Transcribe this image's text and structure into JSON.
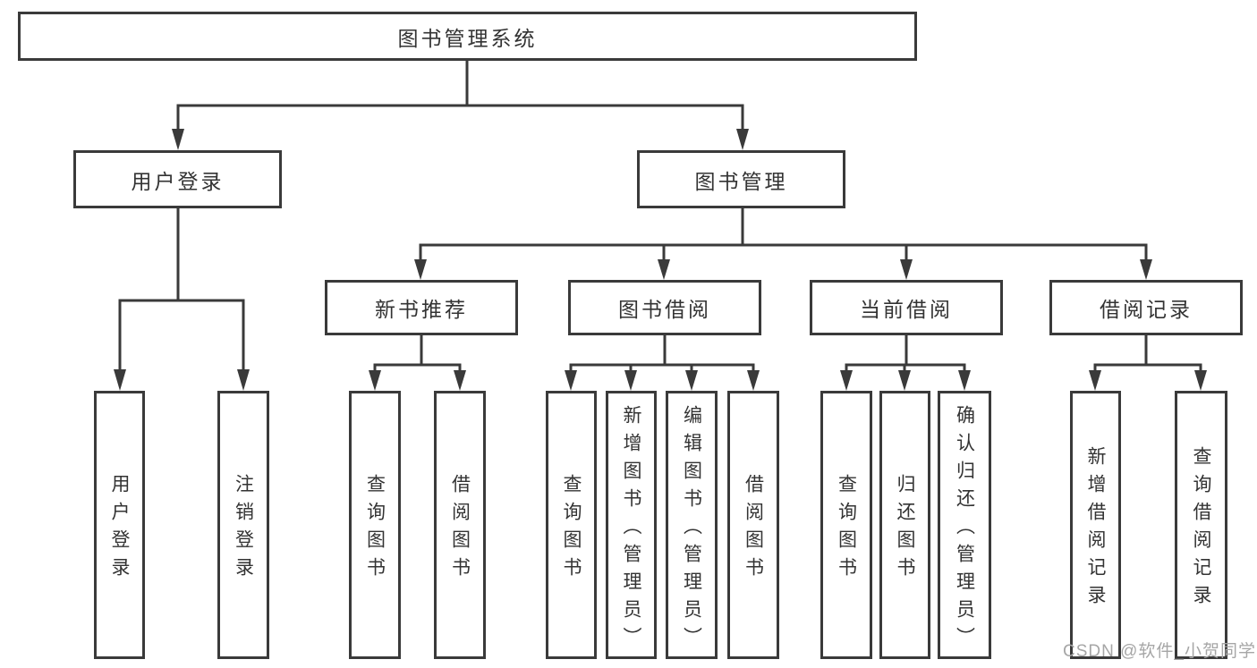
{
  "diagram": {
    "colors": {
      "line": "#3a3a3a",
      "box_border": "#3a3a3a",
      "box_fill": "#ffffff",
      "text": "#333333",
      "background": "#ffffff"
    },
    "nodes": {
      "root": {
        "label": "图书管理系统"
      },
      "level2": [
        {
          "label": "用户登录",
          "parent": "图书管理系统"
        },
        {
          "label": "图书管理",
          "parent": "图书管理系统"
        }
      ],
      "level3": [
        {
          "label": "新书推荐",
          "parent": "图书管理"
        },
        {
          "label": "图书借阅",
          "parent": "图书管理"
        },
        {
          "label": "当前借阅",
          "parent": "图书管理"
        },
        {
          "label": "借阅记录",
          "parent": "图书管理"
        }
      ],
      "leaves": [
        {
          "label": "用户登录",
          "parent": "用户登录"
        },
        {
          "label": "注销登录",
          "parent": "用户登录"
        },
        {
          "label": "查询图书",
          "parent": "新书推荐"
        },
        {
          "label": "借阅图书",
          "parent": "新书推荐"
        },
        {
          "label": "查询图书",
          "parent": "图书借阅"
        },
        {
          "label": "新增图书（管理员）",
          "parent": "图书借阅"
        },
        {
          "label": "编辑图书（管理员）",
          "parent": "图书借阅"
        },
        {
          "label": "借阅图书",
          "parent": "图书借阅"
        },
        {
          "label": "查询图书",
          "parent": "当前借阅"
        },
        {
          "label": "归还图书",
          "parent": "当前借阅"
        },
        {
          "label": "确认归还（管理员）",
          "parent": "当前借阅"
        },
        {
          "label": "新增借阅记录",
          "parent": "借阅记录"
        },
        {
          "label": "查询借阅记录",
          "parent": "借阅记录"
        }
      ]
    }
  },
  "watermark": {
    "text": "CSDN @软件_小贺同学",
    "color": "#a6a6a6"
  }
}
